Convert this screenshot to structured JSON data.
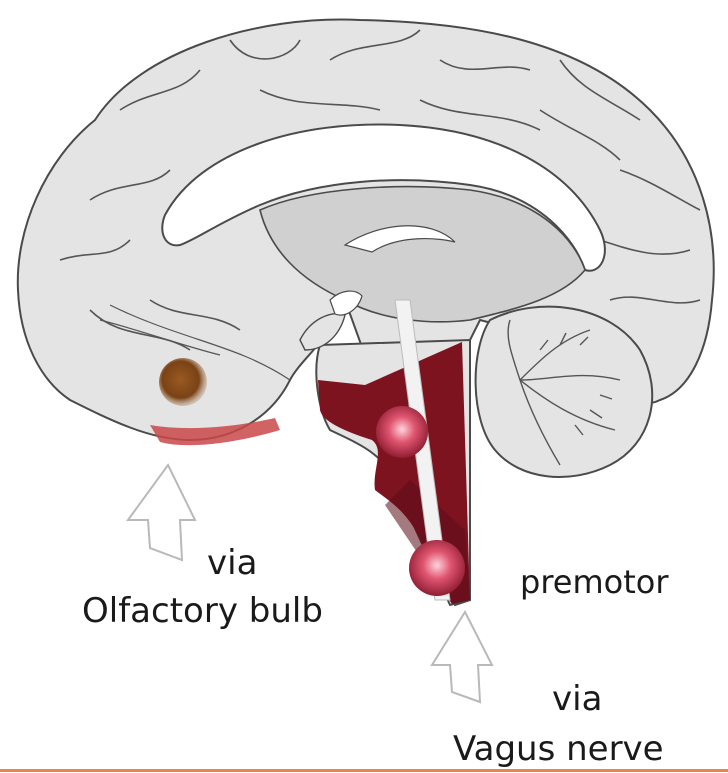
{
  "labels": {
    "via_olfactory": "via",
    "olfactory_bulb": "Olfactory bulb",
    "premotor": "premotor",
    "via_vagus": "via",
    "vagus_nerve": "Vagus nerve"
  },
  "colors": {
    "brain_fill": "#e4e4e4",
    "brain_outline": "#4a4a4a",
    "inner_fill": "#d0d0d0",
    "brainstem_red": "#7e1320",
    "lesion_pink": "#e05570",
    "olfactory_red": "#c9484a",
    "olfactory_brown": "#7a4216",
    "bottom_rule": "#e8874a"
  },
  "icons": [
    "up-arrow-outline-icon",
    "up-arrow-outline-icon"
  ]
}
